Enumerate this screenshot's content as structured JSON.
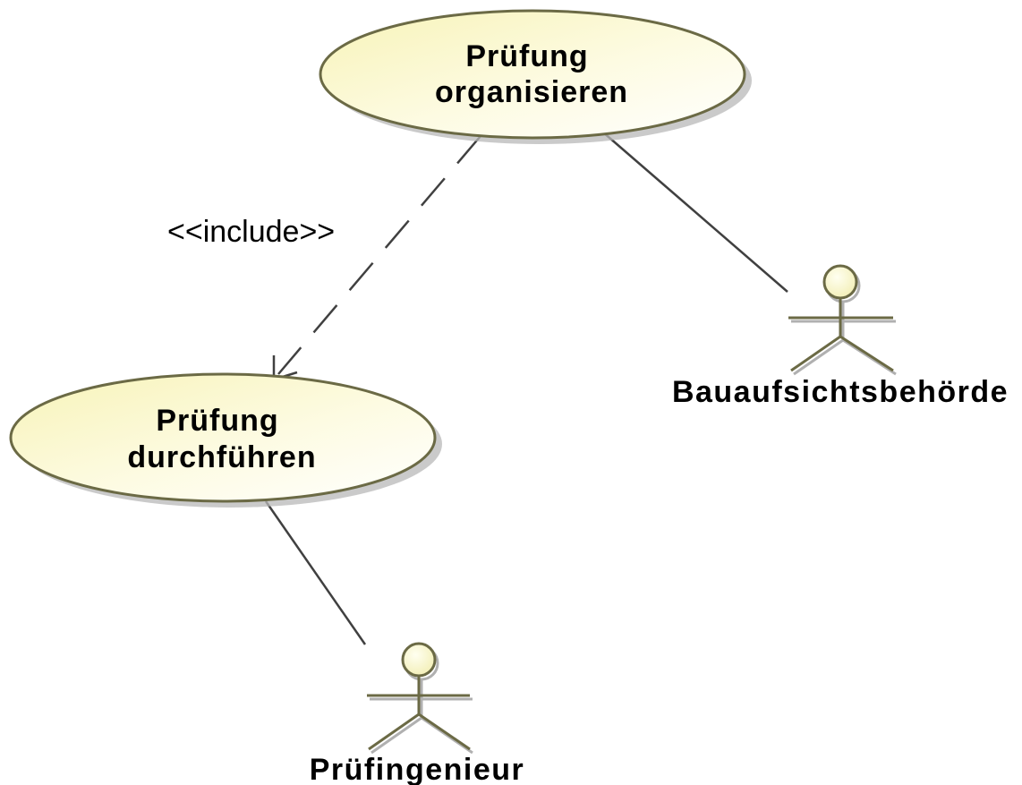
{
  "diagram": {
    "use_cases": {
      "organize": {
        "line1": "Prüfung",
        "line2": "organisieren"
      },
      "perform": {
        "line1": "Prüfung",
        "line2": "durchführen"
      }
    },
    "actors": {
      "authority": {
        "name": "Bauaufsichtsbehörde"
      },
      "engineer": {
        "name": "Prüfingenieur"
      }
    },
    "relations": {
      "include": {
        "stereotype": "<<include>>"
      }
    },
    "colors": {
      "usecase_fill": "#FBF8CC",
      "outline": "#6B6A45",
      "line": "#404040",
      "shadow": "#A9A9A9"
    }
  }
}
